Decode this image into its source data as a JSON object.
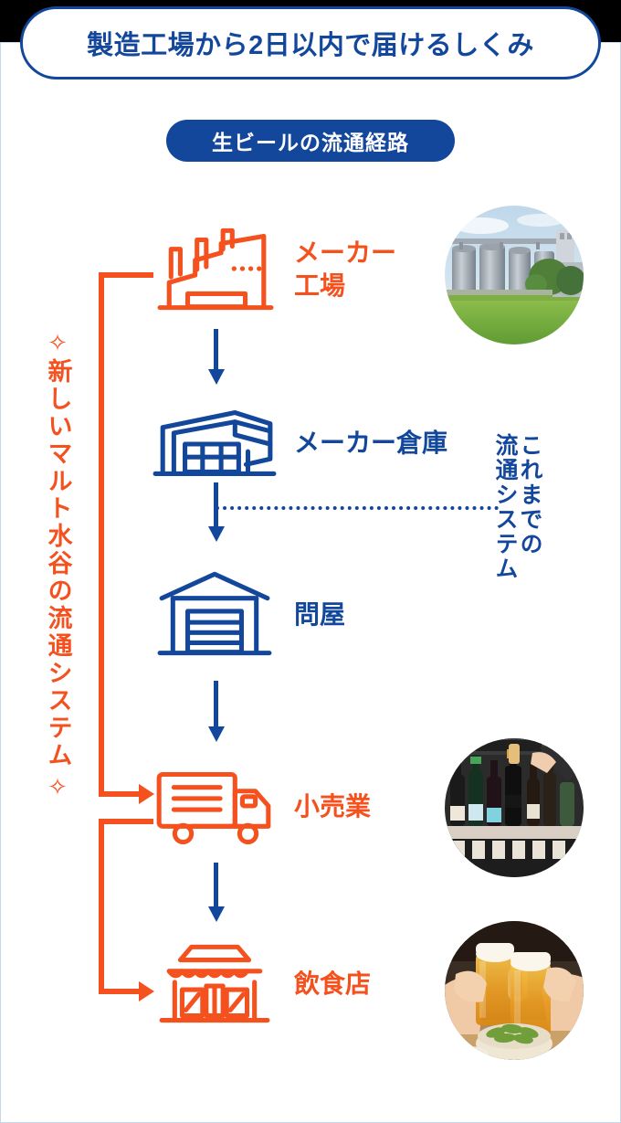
{
  "header": {
    "title": "製造工場から2日以内で届けるしくみ"
  },
  "badge": {
    "label": "生ビールの流通経路"
  },
  "captions": {
    "left_vertical": "新しいマルト水谷の流通システム",
    "left_sparkle_top": "✧",
    "left_sparkle_bottom": "✧",
    "right_vertical_col_right": "これまでの",
    "right_vertical_col_left": "流通システム"
  },
  "flow": {
    "steps": [
      {
        "id": "factory",
        "label": "メーカー工場",
        "label_line1": "メーカー",
        "label_line2": "工場",
        "icon": "factory-icon",
        "color": "#f4511e",
        "photo": "grain-silos-photo"
      },
      {
        "id": "mkwarehouse",
        "label": "メーカー倉庫",
        "label_line1": "メーカー倉庫",
        "label_line2": "",
        "icon": "warehouse-icon",
        "color": "#13479b",
        "photo": ""
      },
      {
        "id": "wholesaler",
        "label": "問屋",
        "label_line1": "問屋",
        "label_line2": "",
        "icon": "barn-warehouse-icon",
        "color": "#13479b",
        "photo": ""
      },
      {
        "id": "retail",
        "label": "小売業",
        "label_line1": "小売業",
        "label_line2": "",
        "icon": "delivery-truck-icon",
        "color": "#f4511e",
        "photo": "wine-shop-photo"
      },
      {
        "id": "restaurant",
        "label": "飲食店",
        "label_line1": "飲食店",
        "label_line2": "",
        "icon": "storefront-icon",
        "color": "#f4511e",
        "photo": "beer-cheers-photo"
      }
    ]
  },
  "colors": {
    "navy": "#13479b",
    "orange": "#f4511e",
    "panel_background": "#ffffff",
    "panel_border": "#c9d8e8",
    "page_background": "#000000"
  }
}
